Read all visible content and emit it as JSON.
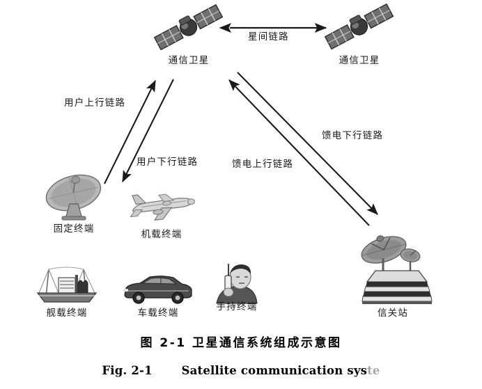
{
  "figure": {
    "caption_cn": "图 2-1   卫星通信系统组成示意图",
    "caption_en_prefix": "Fig. 2-1",
    "caption_en_body": "Satellite communication sys",
    "caption_en_faded": "te",
    "background_color": "#ffffff",
    "line_color": "#1a1a1a"
  },
  "nodes": [
    {
      "id": "satellite-left",
      "label": "通信卫星",
      "icon": "satellite-icon"
    },
    {
      "id": "satellite-right",
      "label": "通信卫星",
      "icon": "satellite-icon"
    },
    {
      "id": "fixed-terminal",
      "label": "固定终端",
      "icon": "satellite-dish-icon"
    },
    {
      "id": "airborne-terminal",
      "label": "机载终端",
      "icon": "airplane-icon"
    },
    {
      "id": "ship-terminal",
      "label": "舰载终端",
      "icon": "ship-icon"
    },
    {
      "id": "vehicle-terminal",
      "label": "车载终端",
      "icon": "car-icon"
    },
    {
      "id": "handheld-terminal",
      "label": "手持终端",
      "icon": "handheld-person-icon"
    },
    {
      "id": "gateway-station",
      "label": "信关站",
      "icon": "gateway-building-icon"
    }
  ],
  "links": [
    {
      "id": "inter-satellite-link",
      "label": "星间链路",
      "direction": "bidirectional"
    },
    {
      "id": "user-uplink",
      "label": "用户上行链路",
      "direction": "up"
    },
    {
      "id": "user-downlink",
      "label": "用户下行链路",
      "direction": "down"
    },
    {
      "id": "feeder-uplink",
      "label": "馈电上行链路",
      "direction": "up"
    },
    {
      "id": "feeder-downlink",
      "label": "馈电下行链路",
      "direction": "down"
    }
  ]
}
